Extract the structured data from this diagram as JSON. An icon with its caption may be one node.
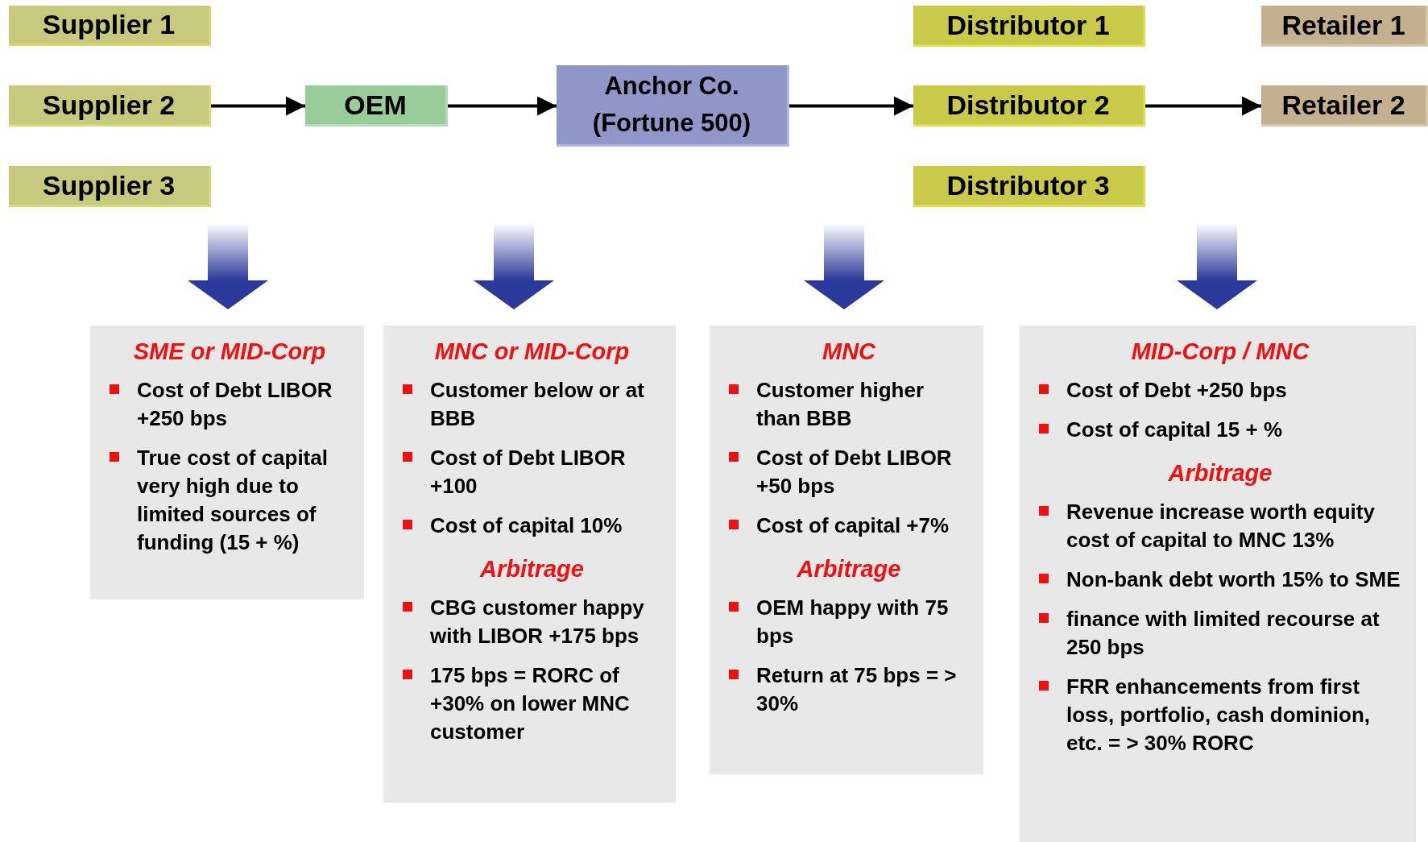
{
  "diagram": {
    "nodes": [
      {
        "text": [
          "Supplier 1"
        ]
      },
      {
        "text": [
          "Supplier 2"
        ]
      },
      {
        "text": [
          "Supplier 3"
        ]
      },
      {
        "text": [
          "OEM"
        ]
      },
      {
        "text": [
          "Anchor Co. (Fortune 500)"
        ]
      },
      {
        "text": [
          "Distributor 1"
        ]
      },
      {
        "text": [
          "Distributor 2"
        ]
      },
      {
        "text": [
          "Distributor 3"
        ]
      },
      {
        "text": [
          "Retailer 1"
        ]
      },
      {
        "text": [
          "Retailer 2"
        ]
      },
      {
        "text": [
          "SME or MID-Corp",
          "Cost of Debt LIBOR +250 bps",
          "True cost of capital very high due to limited sources of funding (15 + %)"
        ]
      },
      {
        "text": [
          "MNC or MID-Corp",
          "Customer below or at BBB",
          "Cost of Debt LIBOR +100",
          "Cost of capital 10%",
          "Arbitrage",
          "CBG customer happy with LIBOR +175 bps",
          "175 bps = RORC of +30% on lower MNC customer"
        ]
      },
      {
        "text": [
          "MNC",
          "Customer higher than BBB",
          "Cost of Debt LIBOR +50 bps",
          "Cost of capital +7%",
          "Arbitrage",
          "OEM happy with 75 bps",
          "Return at 75 bps = > 30%"
        ]
      },
      {
        "text": [
          "MID-Corp / MNC",
          "Cost of Debt +250 bps",
          "Cost of capital 15 + %",
          "Arbitrage",
          "Revenue increase worth equity cost of capital to MNC 13%",
          "Non-bank debt worth 15% to SME",
          "finance with limited recourse at 250 bps",
          "FRR enhancements from first loss, portfolio, cash dominion, etc. = > 30% RORC"
        ]
      }
    ],
    "edges": [
      {
        "from": 1,
        "to": 3,
        "arrow": "to"
      },
      {
        "from": 3,
        "to": 4,
        "arrow": "to"
      },
      {
        "from": 4,
        "to": 6,
        "arrow": "to"
      },
      {
        "from": 6,
        "to": 9,
        "arrow": "to"
      },
      {
        "from": null,
        "to": 10,
        "arrow": "to",
        "style": "thick",
        "color": "#2b3a9a"
      },
      {
        "from": null,
        "to": 11,
        "arrow": "to",
        "style": "thick",
        "color": "#2b3a9a"
      },
      {
        "from": null,
        "to": 12,
        "arrow": "to",
        "style": "thick",
        "color": "#2b3a9a"
      },
      {
        "from": null,
        "to": 13,
        "arrow": "to",
        "style": "thick",
        "color": "#2b3a9a"
      }
    ]
  }
}
